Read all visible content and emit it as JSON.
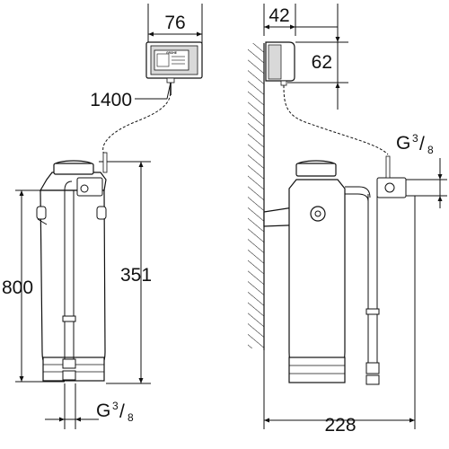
{
  "dimensions": {
    "top_left_width": "76",
    "top_right_width": "42",
    "top_right_height": "62",
    "cable_length": "1400",
    "left_height": "800",
    "center_height": "351",
    "right_depth": "228"
  },
  "threads": {
    "top_right": {
      "base": "G",
      "numerator": "3",
      "denominator": "8"
    },
    "bottom_left": {
      "base": "G",
      "numerator": "3",
      "denominator": "8"
    }
  },
  "controller_brand": "GROHE",
  "colors": {
    "line": "#111111",
    "fill": "#ffffff",
    "shade": "#d9d9d9"
  }
}
